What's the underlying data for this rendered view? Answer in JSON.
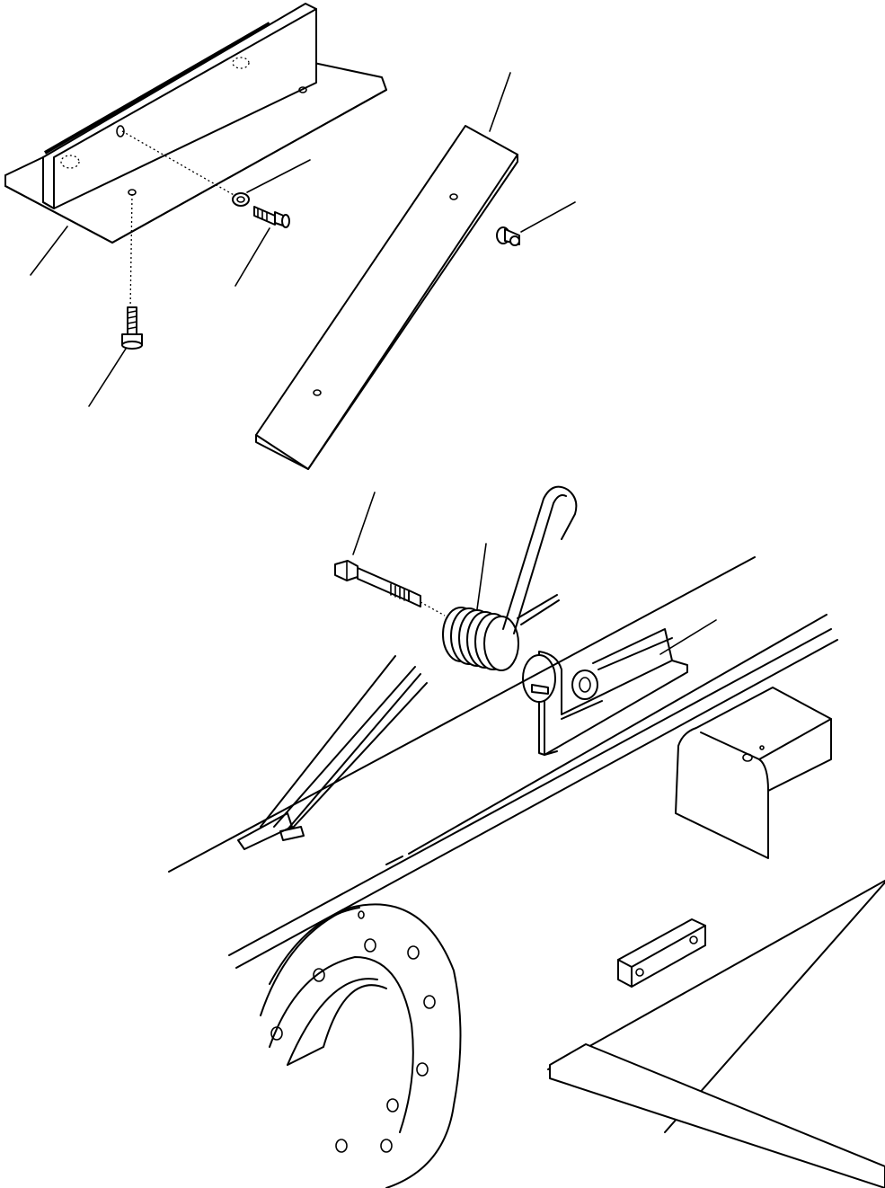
{
  "figure": {
    "type": "exploded parts diagram",
    "line_color": "#000000",
    "background_color": "#ffffff"
  },
  "parts": [
    {
      "name": "angle-bracket"
    },
    {
      "name": "hex-bolt-short"
    },
    {
      "name": "hex-bolt-vertical"
    },
    {
      "name": "cover-plate"
    },
    {
      "name": "small-screw"
    },
    {
      "name": "long-bolt"
    },
    {
      "name": "torsion-spring"
    },
    {
      "name": "spring-bracket"
    }
  ],
  "leaders": [
    {
      "part": "angle-bracket"
    },
    {
      "part": "hex-bolt-short"
    },
    {
      "part": "washer"
    },
    {
      "part": "hex-bolt-vertical"
    },
    {
      "part": "cover-plate"
    },
    {
      "part": "small-screw"
    },
    {
      "part": "long-bolt"
    },
    {
      "part": "torsion-spring"
    },
    {
      "part": "spring-bracket"
    }
  ]
}
